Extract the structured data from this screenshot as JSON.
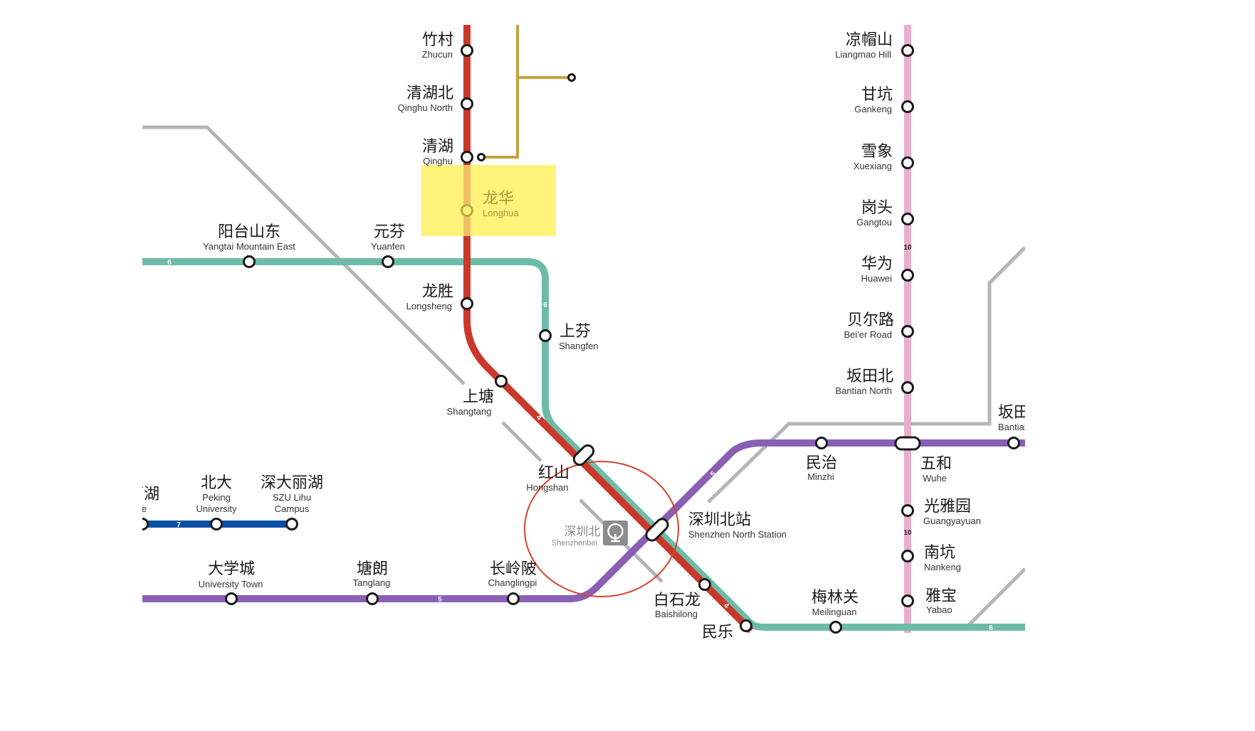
{
  "map_title": "",
  "colors": {
    "line4": "#c8392b",
    "line5": "#8a5fb5",
    "line6": "#6dbba9",
    "line7": "#0a4fa6",
    "line10": "#e9aecb",
    "line_gold": "#c8a23a",
    "line_grey": "#b5b5b5",
    "highlight": "#fff27a",
    "circle": "#d8432f"
  },
  "line_numbers": {
    "l4_a": "4",
    "l4_b": "4",
    "l5_a": "5",
    "l5_b": "5",
    "l6_a": "6",
    "l6_b": "6",
    "l6_c": "6",
    "l6_d": "6",
    "l7": "7",
    "l10_a": "10",
    "l10_b": "10"
  },
  "stations": {
    "zhucun": {
      "cn": "竹村",
      "en": "Zhucun"
    },
    "qinghu_north": {
      "cn": "清湖北",
      "en": "Qinghu North"
    },
    "qinghu": {
      "cn": "清湖",
      "en": "Qinghu"
    },
    "longhua": {
      "cn": "龙华",
      "en": "Longhua"
    },
    "yangtai": {
      "cn": "阳台山东",
      "en": "Yangtai Mountain East"
    },
    "yuanfen": {
      "cn": "元芬",
      "en": "Yuanfen"
    },
    "longsheng": {
      "cn": "龙胜",
      "en": "Longsheng"
    },
    "shangfen": {
      "cn": "上芬",
      "en": "Shangfen"
    },
    "shangtang": {
      "cn": "上塘",
      "en": "Shangtang"
    },
    "hongshan": {
      "cn": "红山",
      "en": "Hongshan"
    },
    "shenzhen_north": {
      "cn": "深圳北站",
      "en": "Shenzhen North Station"
    },
    "shenzhenbei_rail": {
      "cn": "深圳北",
      "en": "Shenzhenbei"
    },
    "baishilong": {
      "cn": "白石龙",
      "en": "Baishilong"
    },
    "minle": {
      "cn": "民乐",
      "en": ""
    },
    "changlingpi": {
      "cn": "长岭陂",
      "en": "Changlingpi"
    },
    "tanglang": {
      "cn": "塘朗",
      "en": "Tanglang"
    },
    "university_town": {
      "cn": "大学城",
      "en": "University Town"
    },
    "lihu": {
      "cn": "丽湖",
      "en": "Lake"
    },
    "peking": {
      "cn": "北大",
      "en": "Peking",
      "en2": "University"
    },
    "szu_lihu": {
      "cn": "深大丽湖",
      "en": "SZU Lihu",
      "en2": "Campus"
    },
    "minzhi": {
      "cn": "民治",
      "en": "Minzhi"
    },
    "wuhe": {
      "cn": "五和",
      "en": "Wuhe"
    },
    "bantian": {
      "cn": "坂田",
      "en": "Bantian"
    },
    "guangyayuan": {
      "cn": "光雅园",
      "en": "Guangyayuan"
    },
    "nankeng": {
      "cn": "南坑",
      "en": "Nankeng"
    },
    "yabao": {
      "cn": "雅宝",
      "en": "Yabao"
    },
    "meilinguan": {
      "cn": "梅林关",
      "en": "Meilinguan"
    },
    "liangmao": {
      "cn": "凉帽山",
      "en": "Liangmao Hill"
    },
    "gankeng": {
      "cn": "甘坑",
      "en": "Gankeng"
    },
    "xuexiang": {
      "cn": "雪象",
      "en": "Xuexiang"
    },
    "gangtou": {
      "cn": "岗头",
      "en": "Gangtou"
    },
    "huawei": {
      "cn": "华为",
      "en": "Huawei"
    },
    "beier": {
      "cn": "贝尔路",
      "en": "Bei'er Road"
    },
    "bantian_north": {
      "cn": "坂田北",
      "en": "Bantian North"
    }
  }
}
